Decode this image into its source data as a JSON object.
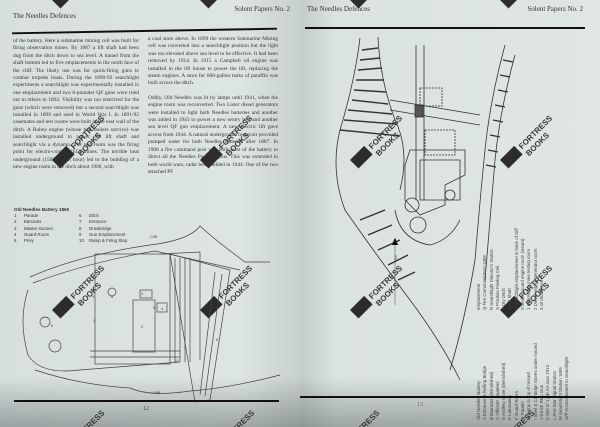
{
  "left_page": {
    "header_title": "The Needles Defences",
    "header_series": "Solent Papers No. 2",
    "column1": [
      "of the battery. Here a submarine mining cell was built for firing observation mines. By 1887 a lift shaft had been dug from the ditch down to sea level. A tunnel from the shaft bottom led to five emplacements in the north face of the cliff. The likely use was for quick-firing guns to combat torpedo boats. During the 1890-92 searchlight experiments a searchlight was experimentally installed in one emplacement and two 6-pounder QF guns were tried out in others in 1892. Visibility was too restricted for the guns (which were removed) but a second searchlight was installed in 1899 and used in World War I. In 1891-92 casemates and test rooms were built in the east wall of the ditch. A Robey engine (whose two boilers survive) was installed underground to power the lift shaft and searchlight via a dynamo. The test room was the firing point for electro-contact (EC) mines. The terrible heat underground (150°F in an hour) led to the building of a new engine room in the ditch about 1900, with"
    ],
    "column2": [
      "a coal store above. In 1899 the western Submarine Mining cell was converted into a searchlight position but the light was too elevated above sea level to be effective. It had been removed by 1914. In 1915 a Campbell oil engine was installed in the lift house to power the lift, replacing the steam engines. A store for 600-gallon tanks of paraffin was built across the ditch.",
      "Oddly, Old Needles was lit by lamps until 1941, when the engine room was reconverted. Two Lister diesel generators were installed to light both Needles batteries and another was added in 1943 to power a new sentry box and another sea level QF gun emplacement. A new electric lift gave access from 1944. A natural underground reservoir provided pumped water for both Needles batteries after 1887. In 1908 a fire command post was built west of the battery to direct all the Needles Passage guns. This was extended in both world wars, radar being added in 1944. One of the two attached PF"
    ],
    "legend_title": "Old Needles Battery 1860",
    "legend_items": [
      {
        "n": "1",
        "label": "Parade"
      },
      {
        "n": "6",
        "label": "Ditch"
      },
      {
        "n": "2",
        "label": "Barracks"
      },
      {
        "n": "7",
        "label": "Entrance"
      },
      {
        "n": "3",
        "label": "Master Gunner"
      },
      {
        "n": "8",
        "label": "Drawbridge"
      },
      {
        "n": "4",
        "label": "Guard Room"
      },
      {
        "n": "9",
        "label": "Gun Emplacement"
      },
      {
        "n": "5",
        "label": "Privy"
      },
      {
        "n": "10",
        "label": "Ramp & Firing Step"
      }
    ],
    "plan_labels": {
      "cliff_top": "Cliff",
      "cliff_bottom": "Cliff",
      "parade": "1",
      "barracks": "2",
      "master_gunner": "3",
      "guard_room": "4",
      "privy": "5",
      "ditch": "6",
      "gun_a": "9",
      "gun_b": "9",
      "gun_c": "9",
      "ramp": "10"
    },
    "page_number": "12"
  },
  "right_page": {
    "header_title": "The Needles Defences",
    "header_series": "Solent Papers No. 2",
    "legend_title": "Old Needles Battery",
    "legend_col1": [
      "A  Entrance & Rolling Bridge",
      "B  Barracks (demolished)",
      "C  Officers' Quarters",
      "D  Artillery Store (demolished)",
      "E  Laboratory",
      "F  Guard Room",
      "G  Parade",
      "H  Ramp to top of mound",
      "I  Shell & Cartridge Stores under mound",
      "J  9-inch RML Gun",
      "K  Site of 1 pdr AA Gun 1913",
      "L  Port War Signal Station",
      "M  Searchlight Station 1899",
      "O/P  Access tunnel to searchlight"
    ],
    "legend_col2": [
      "emplacement",
      "Q  Fire Command Post 1908",
      "R  Searchlight Director's Station",
      "S  Position Finding Cell",
      "T  Dry Ditch",
      "U  Lift Shaft",
      "V  Searchlight emplacement in base of cliff",
      "X  Underground engine room (steam)",
      "1  Submarine mine testing room",
      "2  Diesel engine generator room",
      "3  oil drum store"
    ],
    "scale_label": "10m",
    "page_number": "13"
  },
  "watermark": {
    "line1": "FORTRESS",
    "line2": "BOOKS"
  }
}
